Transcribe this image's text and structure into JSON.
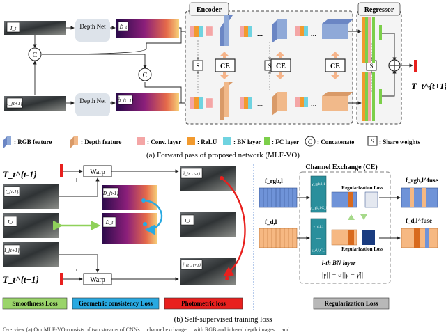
{
  "top": {
    "encoder_title": "Encoder",
    "regressor_title": "Regressor",
    "depth_net": "Depth Net",
    "concat": "C",
    "share": "S",
    "ce": "CE",
    "frame_t": "I_t",
    "frame_t1": "I_{t+1}",
    "depth_t": "D̂_t",
    "depth_t1": "D̂_{t+1}",
    "output": "T_t^{t+1}",
    "ellipsis": "..."
  },
  "legend": [
    {
      "label": ": RGB feature",
      "color": "#8fa9d8"
    },
    {
      "label": ": Depth feature",
      "color": "#f1b98a"
    },
    {
      "label": ": Conv. layer",
      "color": "#f4a6a6"
    },
    {
      "label": ": ReLU",
      "color": "#f29a2e"
    },
    {
      "label": ": BN layer",
      "color": "#6fd3e0"
    },
    {
      "label": ": FC layer",
      "color": "#7ccf4a"
    },
    {
      "label": ": Concatenate",
      "color": "#ffffff"
    },
    {
      "label": ": Share weights",
      "color": "#ffffff"
    }
  ],
  "caption_a": "(a) Forward pass of proposed network (MLF-VO)",
  "bottom": {
    "T_prev": "T_t^{t-1}",
    "T_next": "T_t^{t+1}",
    "warp": "Warp",
    "frames": [
      "I_{t-1}",
      "I_t",
      "I_{t+1}"
    ],
    "depths": [
      "D̂_{t-1}",
      "D̂_t"
    ],
    "warped": [
      "Ĩ_{t→t-1}",
      "I_t",
      "Ĩ_{t→t+1}"
    ],
    "ce_title": "Channel Exchange (CE)",
    "f_rgb": "f_rgb,l",
    "f_d": "f_d,l",
    "fuse_rgb": "f_rgb,l^fuse",
    "fuse_d": "f_d,l^fuse",
    "gamma_rgb_1": "γ_rgb,l,1",
    "gamma_rgb_c": "γ_rgb,l,C_l",
    "gamma_d_1": "γ_d,l,1",
    "gamma_d_c": "γ_d,l,C_l",
    "reg_loss": "Regularization Loss",
    "bn_layer": "l-th BN layer",
    "formula": "||γ|| − α||γ − γ̄||"
  },
  "losses": [
    {
      "label": "Smoothness Loss",
      "color": "#9ad46a"
    },
    {
      "label": "Geometric consistency Loss",
      "color": "#29a9e1"
    },
    {
      "label": "Photometric loss",
      "color": "#e8201e"
    },
    {
      "label": "Regularization Loss",
      "color": "#b8b8b8"
    }
  ],
  "caption_b": "(b) Self-supervised training loss",
  "footer": "Overview (a) Our MLF-VO consists of two streams of CNNs ... channel exchange ... with RGB and infused depth images ... and"
}
